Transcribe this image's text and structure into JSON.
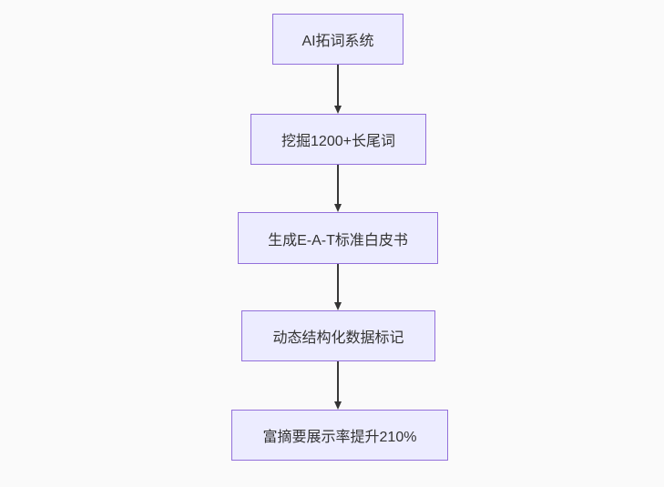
{
  "diagram": {
    "type": "flowchart",
    "direction": "top-down",
    "background_color": "#FAFAFA",
    "node_fill_color": "#ECECFF",
    "node_border_color": "#9370DB",
    "text_color": "#333333",
    "arrow_color": "#333333",
    "nodes": [
      {
        "id": "node-1",
        "label": "AI拓词系统"
      },
      {
        "id": "node-2",
        "label": "挖掘1200+长尾词"
      },
      {
        "id": "node-3",
        "label": "生成E-A-T标准白皮书"
      },
      {
        "id": "node-4",
        "label": "动态结构化数据标记"
      },
      {
        "id": "node-5",
        "label": "富摘要展示率提升210%"
      }
    ],
    "edges": [
      {
        "from": "AI拓词系统",
        "to": "挖掘1200+长尾词"
      },
      {
        "from": "挖掘1200+长尾词",
        "to": "生成E-A-T标准白皮书"
      },
      {
        "from": "生成E-A-T标准白皮书",
        "to": "动态结构化数据标记"
      },
      {
        "from": "动态结构化数据标记",
        "to": "富摘要展示率提升210%"
      }
    ]
  }
}
